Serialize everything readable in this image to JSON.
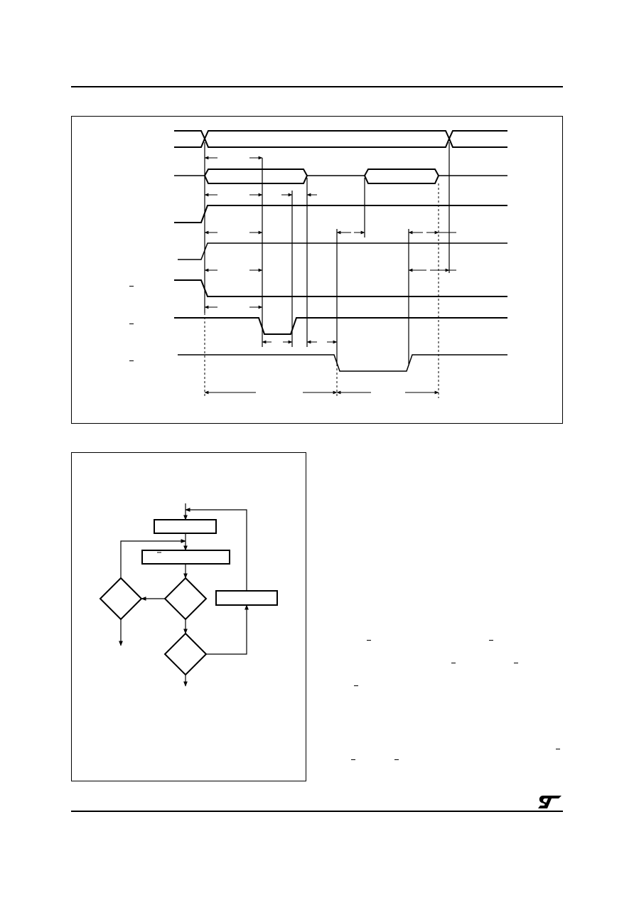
{
  "page": {
    "logo": "ST"
  },
  "timing_diagram": {
    "signals": [
      {
        "id": "address",
        "kind": "bus"
      },
      {
        "id": "data",
        "kind": "bus"
      },
      {
        "id": "signal-3",
        "kind": "level"
      },
      {
        "id": "signal-4",
        "kind": "level"
      },
      {
        "id": "signal-5-active-low",
        "kind": "level"
      },
      {
        "id": "signal-6-active-low",
        "kind": "pulse"
      },
      {
        "id": "signal-7-active-low",
        "kind": "pulse"
      }
    ]
  },
  "flowchart": {
    "shapes": [
      "process-box-top",
      "process-box-middle",
      "process-box-right",
      "decision-left",
      "decision-center",
      "decision-bottom"
    ]
  }
}
